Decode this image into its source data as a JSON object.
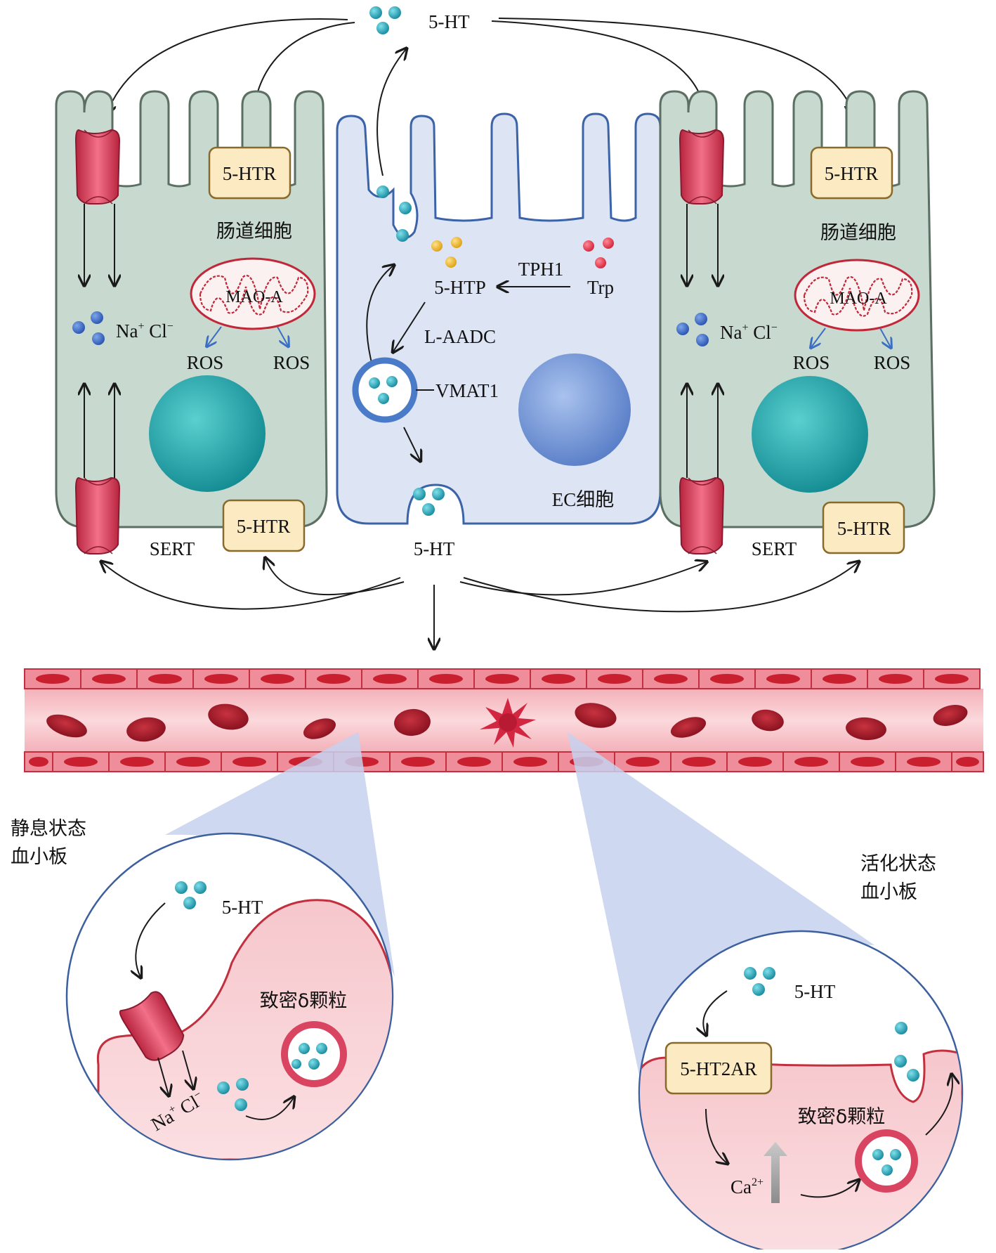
{
  "labels": {
    "serotonin_top": "5-HT",
    "receptor": "5-HTR",
    "intestinal_cell": "肠道细胞",
    "ions_na": "Na",
    "ions_plus": "+",
    "ions_cl": " Cl",
    "ions_minus": "−",
    "mao": "MAO-A",
    "ros": "ROS",
    "sert": "SERT",
    "htp": "5-HTP",
    "tph1": "TPH1",
    "trp": "Trp",
    "laadc": "L-AADC",
    "vmat1": "VMAT1",
    "ec_cell": "EC细胞",
    "serotonin_bottom": "5-HT",
    "resting_platelet_line1": "静息状态",
    "resting_platelet_line2": "血小板",
    "activated_platelet_line1": "活化状态",
    "activated_platelet_line2": "血小板",
    "dense_granule": "致密δ颗粒",
    "receptor_2a": "5-HT2AR",
    "calcium": "Ca",
    "calcium_charge": "2+"
  },
  "colors": {
    "intestinal_cell_fill": "#c8d9cf",
    "intestinal_cell_stroke": "#5b6f63",
    "ec_cell_fill": "#dde4f4",
    "ec_cell_stroke": "#3b63a8",
    "channel": "#d94461",
    "receptor_fill": "#fbeac2",
    "receptor_stroke": "#8a6a2a",
    "nucleus_teal": "#1fa3a6",
    "nucleus_blue": "#6b8fd4",
    "mito_stroke": "#c0283a",
    "vessel_fill": "#f6c3c9",
    "vessel_stroke": "#c2303f",
    "rbc": "#a81c2b",
    "platelet_fill": "#f9d3d7",
    "serotonin_dot": "#2aa7b8",
    "zoom_cone": "#c6d1ee",
    "zoom_circle_stroke": "#3c5f9e"
  }
}
